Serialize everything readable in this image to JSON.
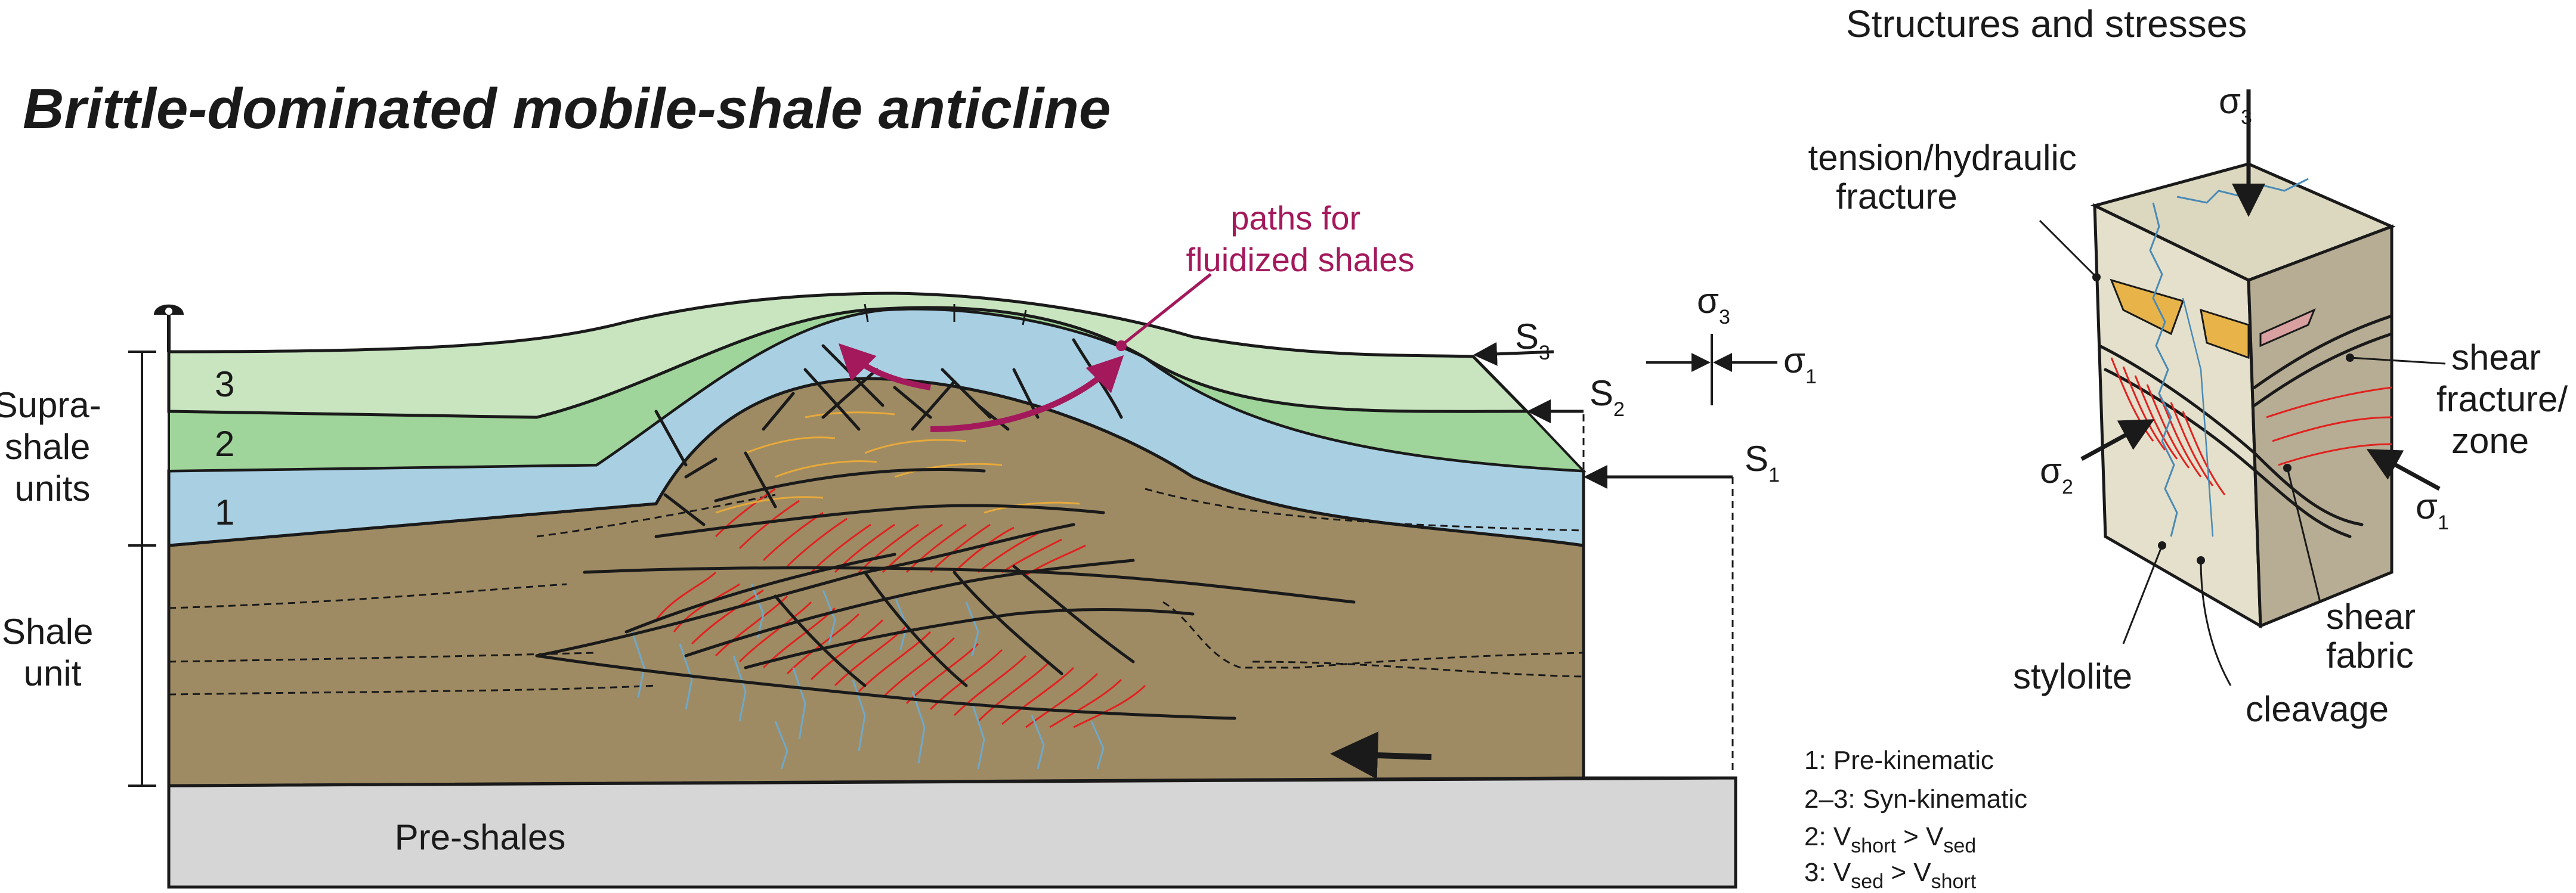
{
  "title": "Brittle-dominated mobile-shale anticline",
  "side_title": "Structures and stresses",
  "units": {
    "supra_shale": [
      "Supra-",
      "shale",
      "units"
    ],
    "shale": [
      "Shale",
      "unit"
    ],
    "pre_shales": "Pre-shales"
  },
  "layer_numbers": [
    "3",
    "2",
    "1"
  ],
  "paths_label": [
    "paths for",
    "fluidized shales"
  ],
  "surfaces": [
    {
      "main": "S",
      "sub": "3"
    },
    {
      "main": "S",
      "sub": "2"
    },
    {
      "main": "S",
      "sub": "1"
    }
  ],
  "stress_cross": {
    "sigma_top": {
      "main": "σ",
      "sub": "3"
    },
    "sigma_right": {
      "main": "σ",
      "sub": "1"
    }
  },
  "legend": [
    {
      "text": "1: Pre-kinematic"
    },
    {
      "text": "2–3: Syn-kinematic"
    },
    {
      "prefix": "2: V",
      "sub1": "short",
      "mid": " > V",
      "sub2": "sed"
    },
    {
      "prefix": "3: V",
      "sub1": "sed",
      "mid": " > V",
      "sub2": "short"
    }
  ],
  "block_labels": {
    "sigma3": {
      "main": "σ",
      "sub": "3"
    },
    "sigma2": {
      "main": "σ",
      "sub": "2"
    },
    "sigma1": {
      "main": "σ",
      "sub": "1"
    },
    "tension": [
      "tension/hydraulic",
      "fracture"
    ],
    "shear_fracture": [
      "shear",
      "fracture/",
      "zone"
    ],
    "shear_fabric": [
      "shear",
      "fabric"
    ],
    "stylolite": "stylolite",
    "cleavage": "cleavage"
  },
  "colors": {
    "layer3": "#c9e5c0",
    "layer2": "#9fd49a",
    "layer1": "#a9cfe3",
    "shale": "#9e8b64",
    "pre_shales": "#d6d6d6",
    "fluid_path": "#a3195b",
    "fault_red": "#e0221f",
    "block_face": "#e4e0cc",
    "block_side": "#b7ad94"
  }
}
